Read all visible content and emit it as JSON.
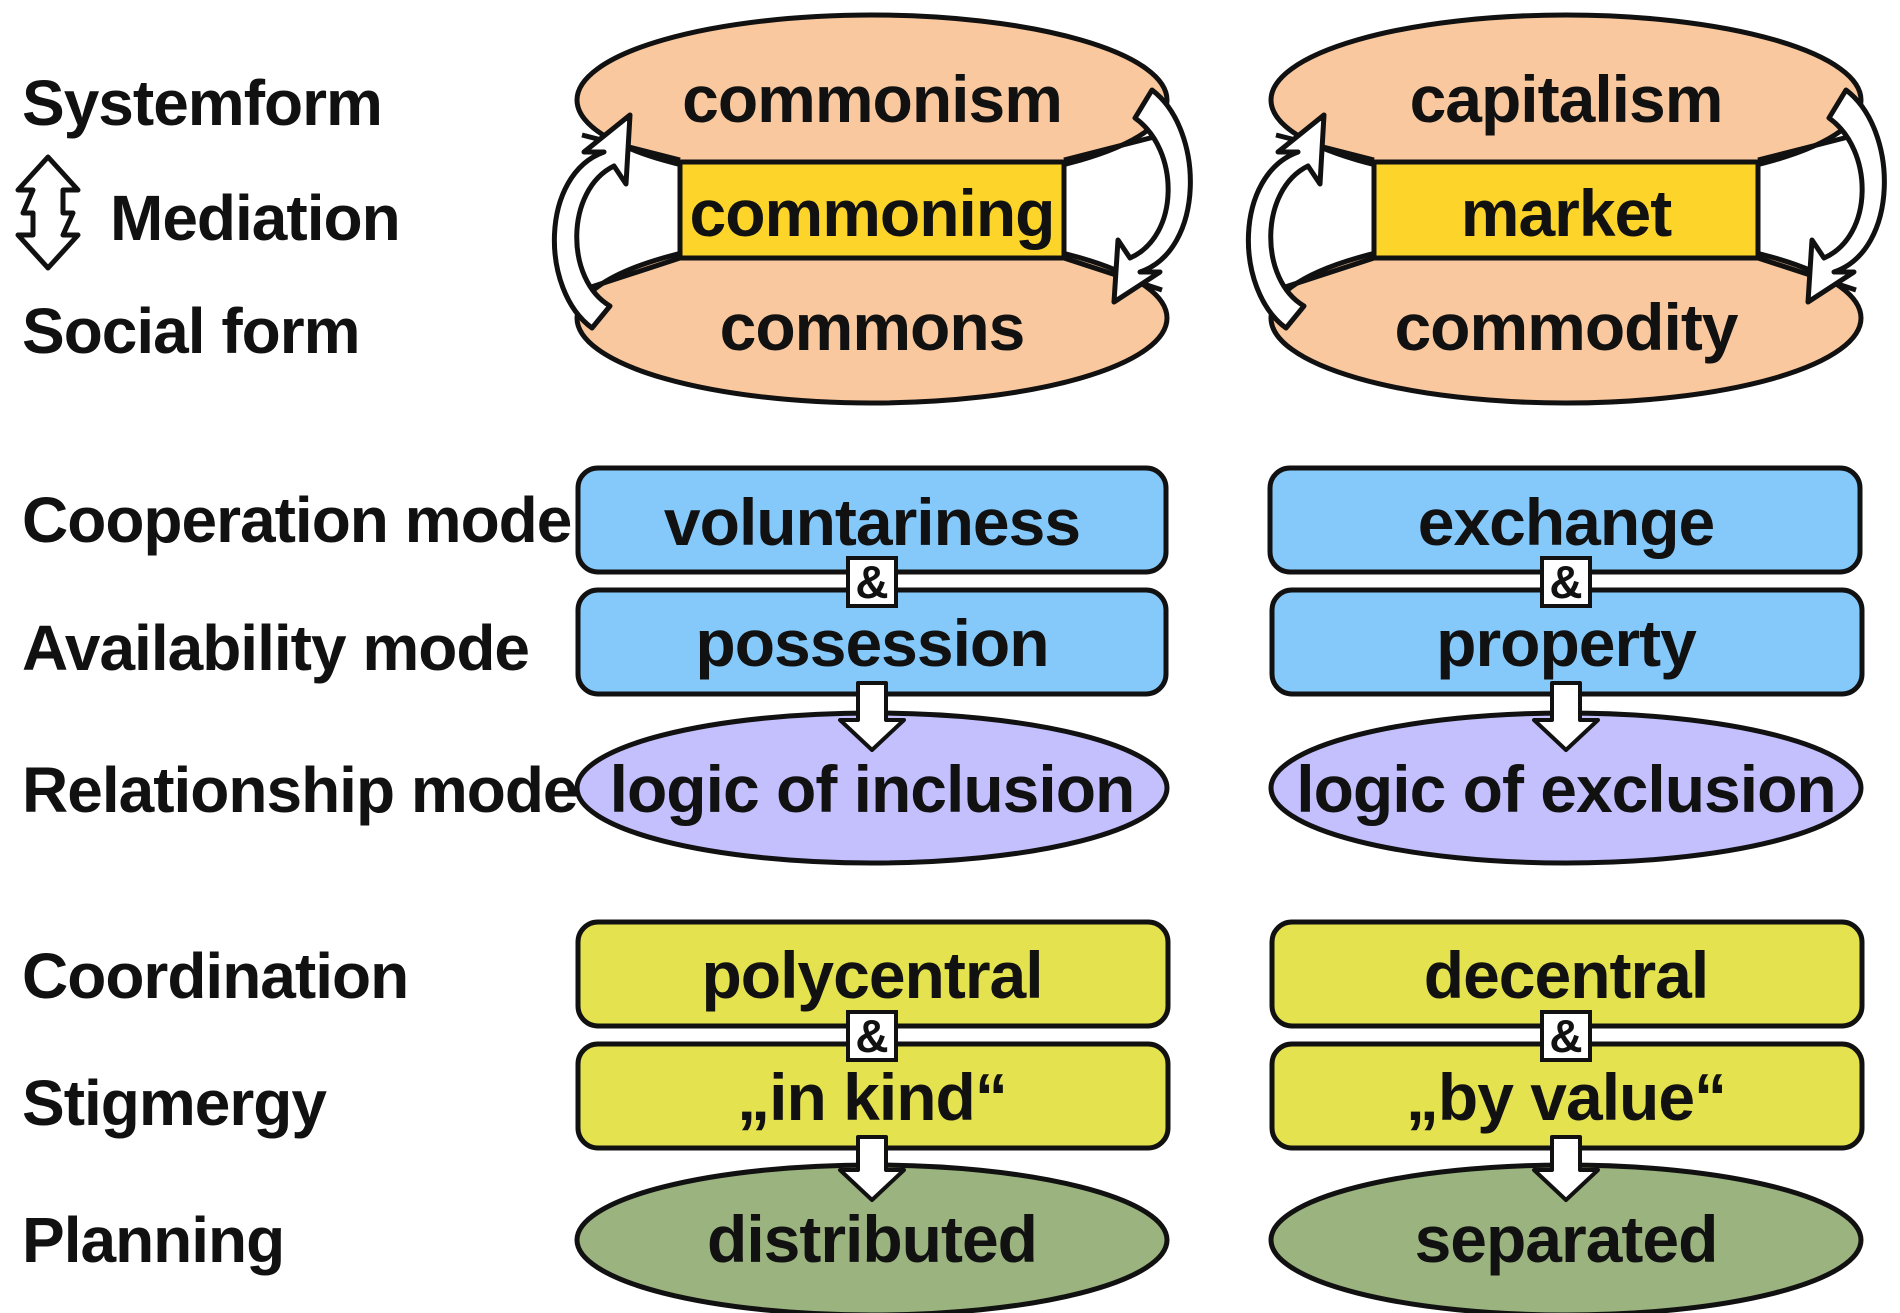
{
  "labels": {
    "systemform": "Systemform",
    "mediation": "Mediation",
    "social_form": "Social form",
    "cooperation_mode": "Cooperation mode",
    "availability_mode": "Availability mode",
    "relationship_mode": "Relationship mode",
    "coordination": "Coordination",
    "stigmergy": "Stigmergy",
    "planning": "Planning"
  },
  "connector": "&",
  "commons": {
    "systemform": "commonism",
    "mediation": "commoning",
    "social_form": "commons",
    "cooperation": "voluntariness",
    "availability": "possession",
    "relationship": "logic of inclusion",
    "coordination": "polycentral",
    "stigmergy": "„in kind“",
    "planning": "distributed"
  },
  "capitalism": {
    "systemform": "capitalism",
    "mediation": "market",
    "social_form": "commodity",
    "cooperation": "exchange",
    "availability": "property",
    "relationship": "logic of exclusion",
    "coordination": "decentral",
    "stigmergy": "„by value“",
    "planning": "separated"
  },
  "colors": {
    "ellipse_top_bottom": "#f9c89e",
    "mediation_box": "#fdd52a",
    "mode_box": "#85c9fb",
    "relationship_ellipse": "#c3c0fd",
    "coordination_box": "#e4e24e",
    "planning_ellipse": "#9bb37f",
    "outline": "#111111"
  },
  "icons": {
    "mediation": "double-arrow-icon",
    "cycle": "circular-arrow-icon",
    "flow": "down-arrow-icon"
  }
}
